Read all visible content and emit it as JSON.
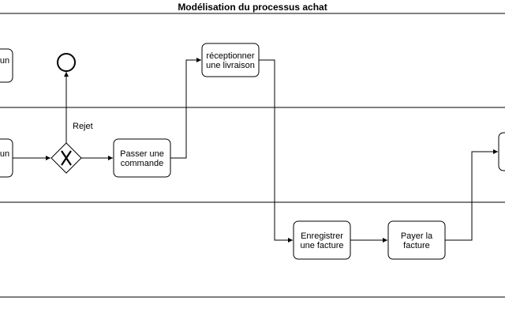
{
  "diagram": {
    "title": "Modélisation du processus achat",
    "tasks": {
      "top_left_partial": [
        "un"
      ],
      "mid_left_partial": [
        "un"
      ],
      "passer": [
        "Passer une",
        "commande"
      ],
      "receptionner": [
        "réceptionner",
        "une livraison"
      ],
      "enregistrer": [
        "Enregistrer",
        "une facture"
      ],
      "payer": [
        "Payer la",
        "facture"
      ]
    },
    "edge_labels": {
      "rejet": "Rejet"
    }
  }
}
